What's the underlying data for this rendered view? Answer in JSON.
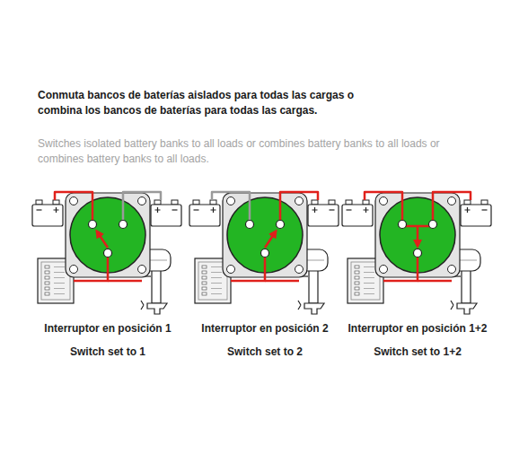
{
  "diagram": {
    "title": "Conmuta bancos de baterías aislados para todas las cargas o combina los bancos de baterías para todas las cargas.",
    "labels": [
      "Switches isolated battery banks to all loads or combines battery banks to all loads or combines battery banks to all loads.",
      "Interruptor en posición 1",
      "Switch set to 1",
      "Interruptor en posición 2",
      "Switch set to 2",
      "Interruptor en posición 1+2",
      "Switch set to 1+2"
    ]
  }
}
